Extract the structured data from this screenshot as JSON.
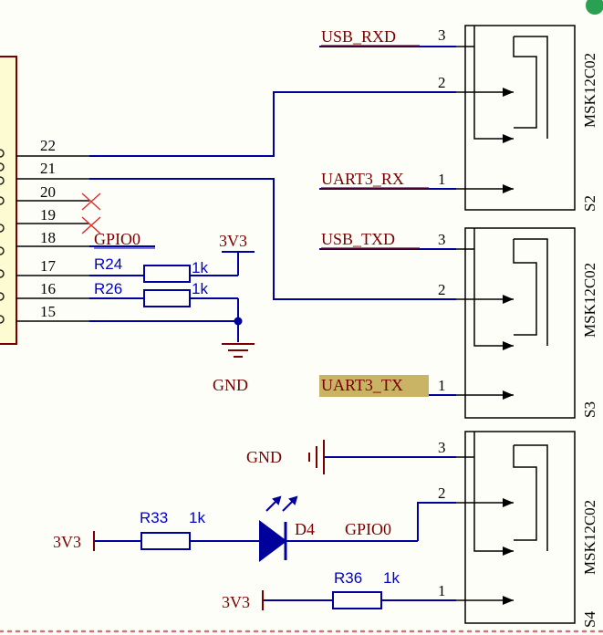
{
  "net_labels": {
    "usb_rxd": "USB_RXD",
    "uart3_rx": "UART3_RX",
    "usb_txd": "USB_TXD",
    "uart3_tx": "UART3_TX",
    "gpio0_top": "GPIO0",
    "gpio0_led": "GPIO0",
    "v3v3_top": "3V3",
    "v3v3_led": "3V3",
    "v3v3_r36": "3V3",
    "gnd_top": "GND",
    "gnd_s4": "GND"
  },
  "header_pins": [
    "22",
    "21",
    "20",
    "19",
    "18",
    "17",
    "16",
    "15"
  ],
  "switch_pins": {
    "s2": [
      "3",
      "2",
      "1"
    ],
    "s3": [
      "3",
      "2",
      "1"
    ],
    "s4": [
      "3",
      "2",
      "1"
    ]
  },
  "switches": [
    {
      "ref": "S2",
      "part": "MSK12C02"
    },
    {
      "ref": "S3",
      "part": "MSK12C02"
    },
    {
      "ref": "S4",
      "part": "MSK12C02"
    }
  ],
  "resistors": {
    "r24": {
      "ref": "R24",
      "value": "1k"
    },
    "r26": {
      "ref": "R26",
      "value": "1k"
    },
    "r33": {
      "ref": "R33",
      "value": "1k"
    },
    "r36": {
      "ref": "R36",
      "value": "1k"
    }
  },
  "led": {
    "ref": "D4"
  },
  "colors": {
    "wire": "#00009c",
    "label": "#7a0000",
    "component": "#7a0000",
    "pin_text": "#000000",
    "blue_label": "#0000c8",
    "highlight": "#c8b464",
    "header_fill": "#fdfbd2",
    "bg": "#fefef8"
  }
}
